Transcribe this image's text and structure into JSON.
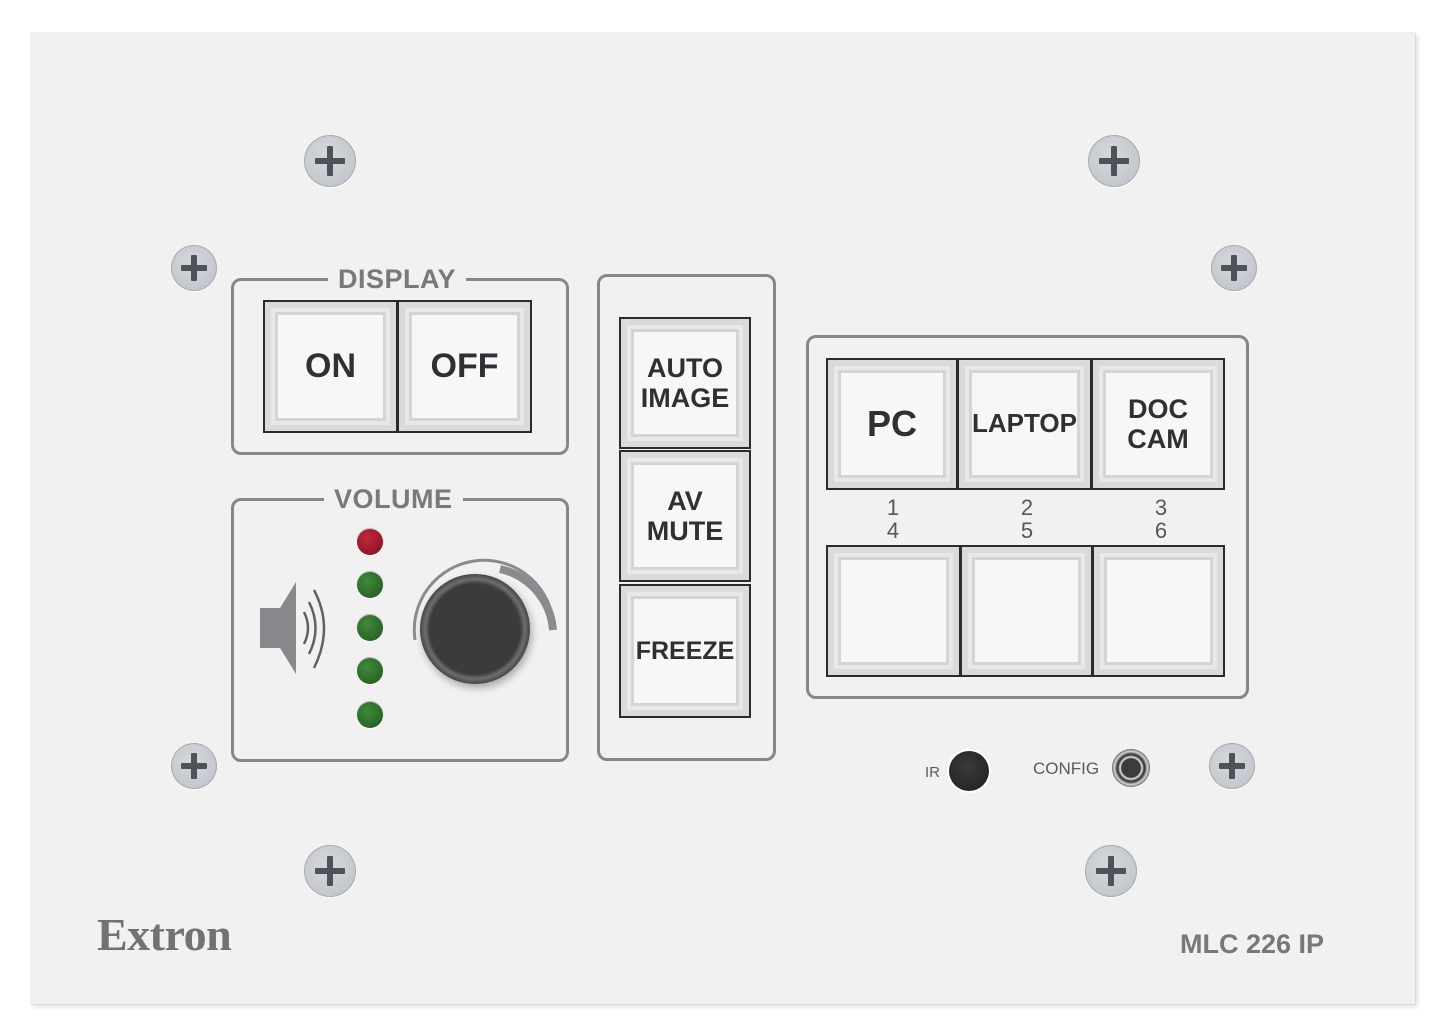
{
  "device": {
    "brand": "Extron",
    "model": "MLC 226 IP",
    "panel_color": "#f1f1f2"
  },
  "display_group": {
    "label": "DISPLAY",
    "buttons": [
      {
        "label": "ON"
      },
      {
        "label": "OFF"
      }
    ]
  },
  "volume_group": {
    "label": "VOLUME",
    "icon": "speaker-icon",
    "knob": "volume-knob",
    "leds": [
      {
        "color": "#9a1727",
        "state": "on"
      },
      {
        "color": "#2f6b2c",
        "state": "on"
      },
      {
        "color": "#2f6b2c",
        "state": "on"
      },
      {
        "color": "#2f6b2c",
        "state": "on"
      },
      {
        "color": "#2f6b2c",
        "state": "on"
      }
    ]
  },
  "function_group": {
    "buttons": [
      {
        "line1": "AUTO",
        "line2": "IMAGE"
      },
      {
        "line1": "AV",
        "line2": "MUTE"
      },
      {
        "line1": "FREEZE",
        "line2": ""
      }
    ]
  },
  "input_group": {
    "top_row": [
      {
        "line1": "PC",
        "line2": "",
        "number": "1"
      },
      {
        "line1": "LAPTOP",
        "line2": "",
        "number": "2"
      },
      {
        "line1": "DOC",
        "line2": "CAM",
        "number": "3"
      }
    ],
    "bottom_row": [
      {
        "label": "",
        "number": "4"
      },
      {
        "label": "",
        "number": "5"
      },
      {
        "label": "",
        "number": "6"
      }
    ]
  },
  "ports": {
    "ir_label": "IR",
    "config_label": "CONFIG"
  }
}
